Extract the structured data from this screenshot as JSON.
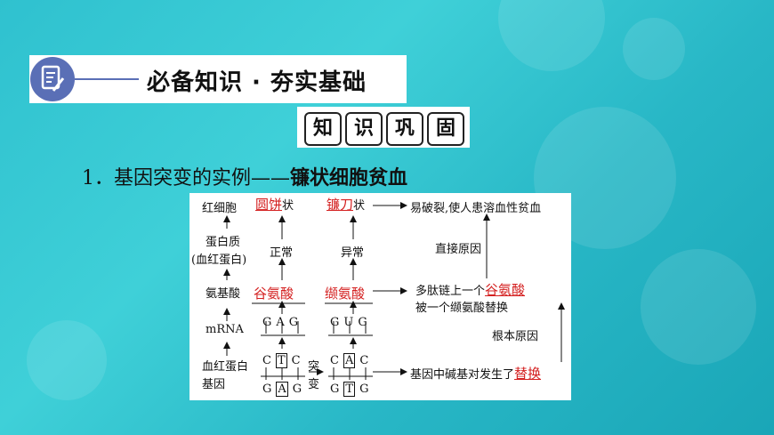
{
  "header": {
    "title": "必备知识 · 夯实基础",
    "icon": "document-edit-icon",
    "sub_title_chars": [
      "知",
      "识",
      "巩",
      "固"
    ]
  },
  "section": {
    "number": "1．",
    "title": "基因突变的实例",
    "dash": "——",
    "highlight": "镰状细胞贫血"
  },
  "diagram": {
    "row_labels": {
      "cell": "红细胞",
      "protein": "蛋白质",
      "protein_sub": "(血红蛋白)",
      "amino": "氨基酸",
      "mrna": "mRNA",
      "gene1": "血红蛋白",
      "gene2": "基因"
    },
    "normal": {
      "shape_fill": "圆饼",
      "shape_suffix": "状",
      "protein": "正常",
      "amino_fill": "谷氨酸",
      "mrna": [
        "G",
        "A",
        "G"
      ],
      "dna_top": [
        "C",
        "T",
        "C"
      ],
      "dna_bottom": [
        "G",
        "A",
        "G"
      ]
    },
    "mutant": {
      "shape_fill": "镰刀",
      "shape_suffix": "状",
      "protein": "异常",
      "amino_fill": "缬氨酸",
      "mrna": [
        "G",
        "U",
        "G"
      ],
      "dna_top": [
        "C",
        "A",
        "C"
      ],
      "dna_bottom": [
        "G",
        "T",
        "G"
      ]
    },
    "mutation_label": [
      "突",
      "变"
    ],
    "result": "易破裂,使人患溶血性贫血",
    "direct_cause": "直接原因",
    "amino_change_1": "多肽链上一个",
    "amino_change_fill": "谷氨酸",
    "amino_change_2": "被一个缬氨酸替换",
    "root_cause": "根本原因",
    "gene_change": "基因中碱基对发生了",
    "gene_change_fill": "替换"
  },
  "colors": {
    "background": "#2fc1cf",
    "accent": "#5a6fb6",
    "fill_text": "#d42020"
  }
}
